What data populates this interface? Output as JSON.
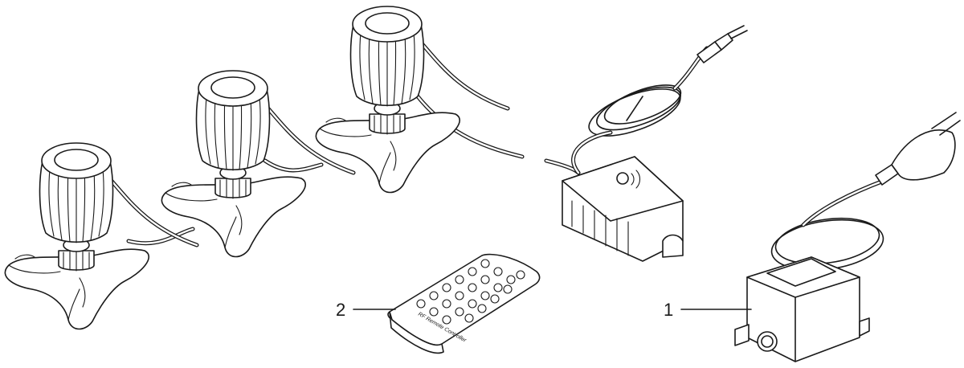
{
  "diagram": {
    "callouts": [
      {
        "number": "1",
        "target": "transformer"
      },
      {
        "number": "2",
        "target": "remote-control"
      }
    ],
    "remote_label": "RF Remote Controller"
  },
  "colors": {
    "line": "#1a1a1a",
    "background": "#ffffff"
  }
}
